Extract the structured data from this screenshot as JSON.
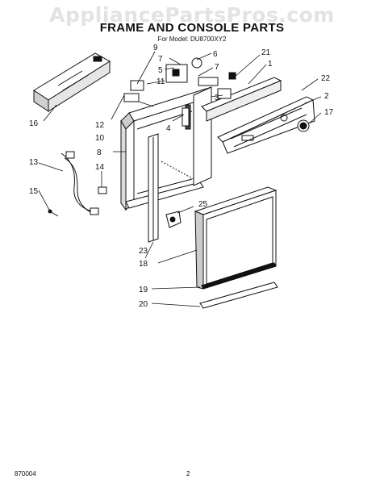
{
  "watermark": "AppliancePartsPros.com",
  "title": "FRAME AND CONSOLE PARTS",
  "subtitle": "For Model: DU8700XY2",
  "callouts": [
    {
      "id": "c1",
      "label": "1"
    },
    {
      "id": "c2",
      "label": "2"
    },
    {
      "id": "c3",
      "label": "3"
    },
    {
      "id": "c4",
      "label": "4"
    },
    {
      "id": "c5",
      "label": "5"
    },
    {
      "id": "c6",
      "label": "6"
    },
    {
      "id": "c7a",
      "label": "7"
    },
    {
      "id": "c7b",
      "label": "7"
    },
    {
      "id": "c8",
      "label": "8"
    },
    {
      "id": "c9",
      "label": "9"
    },
    {
      "id": "c10",
      "label": "10"
    },
    {
      "id": "c11",
      "label": "11"
    },
    {
      "id": "c12",
      "label": "12"
    },
    {
      "id": "c13",
      "label": "13"
    },
    {
      "id": "c14",
      "label": "14"
    },
    {
      "id": "c15",
      "label": "15"
    },
    {
      "id": "c16",
      "label": "16"
    },
    {
      "id": "c17",
      "label": "17"
    },
    {
      "id": "c18",
      "label": "18"
    },
    {
      "id": "c19",
      "label": "19"
    },
    {
      "id": "c20",
      "label": "20"
    },
    {
      "id": "c21",
      "label": "21"
    },
    {
      "id": "c22",
      "label": "22"
    },
    {
      "id": "c23",
      "label": "23"
    },
    {
      "id": "c25",
      "label": "25"
    }
  ],
  "footer": {
    "code": "870004",
    "page": "2"
  }
}
